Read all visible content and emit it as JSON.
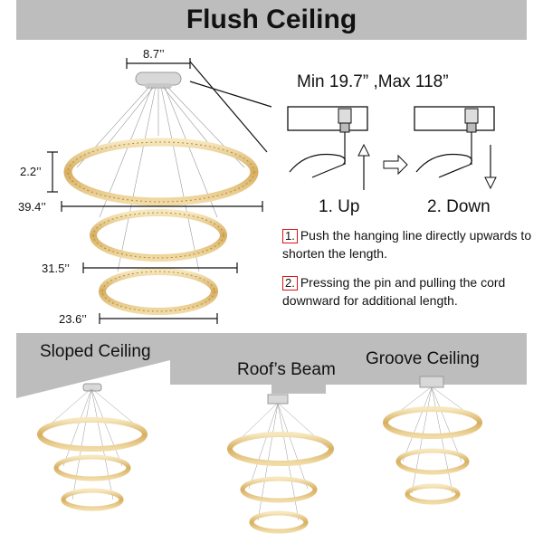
{
  "header": {
    "title": "Flush Ceiling"
  },
  "dimensions": {
    "canopy_width": "8.7’’",
    "ring_height": "2.2’’",
    "large_ring": "39.4’’",
    "middle_ring": "31.5’’",
    "small_ring": "23.6’’"
  },
  "adjustment": {
    "range": "Min 19.7” ,Max 118”",
    "step1_label": "1. Up",
    "step2_label": "2. Down",
    "instructions": [
      {
        "num": "1.",
        "text": "Push the hanging line directly upwards to shorten the length."
      },
      {
        "num": "2.",
        "text": "Pressing the pin and pulling the cord downward for additional length."
      }
    ]
  },
  "ceilings": {
    "sloped": "Sloped Ceiling",
    "beam": "Roof’s Beam",
    "groove": "Groove Ceiling"
  },
  "colors": {
    "band": "#bdbdbd",
    "ring_gold": "#d9b36a",
    "ring_light": "#f3e3b6",
    "box_red": "#dd1111"
  }
}
